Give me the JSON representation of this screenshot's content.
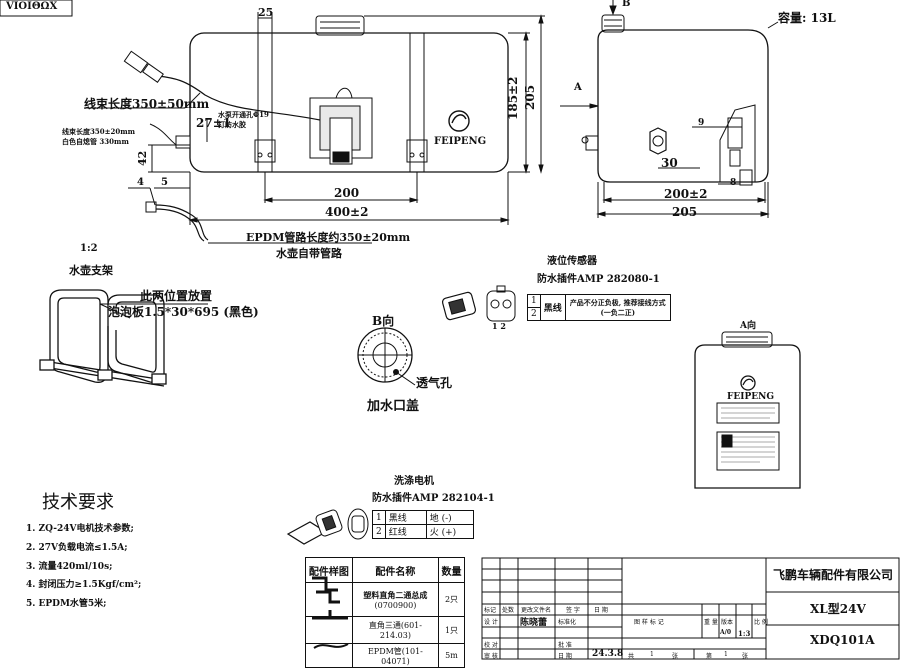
{
  "drawing_no_box": "VIOIΘΩX",
  "front_view": {
    "dims": {
      "cap_offset": "25",
      "height_inner": "185±2",
      "height_outer": "205",
      "mount_spacing": "200",
      "total_length": "400±2",
      "hole_height": "42",
      "pump_offset": "27±1"
    },
    "callouts": {
      "n4": "4",
      "n5": "5"
    },
    "brand": "FEIPENG",
    "notes": {
      "harness_length": "线束长度350±50mm",
      "pump_hole": "水泵开通孔Φ19",
      "pump_hole2": "打防水胶",
      "harness_small": "线束长度350±20mm",
      "white_tube": "白色自熄管 330mm",
      "epdm": "EPDM管路长度约350±20mm",
      "self_tube": "水壶自带管路"
    }
  },
  "side_view": {
    "view_b": "B",
    "view_a": "A",
    "capacity": "容量: 13L",
    "dim_30": "30",
    "dim_200": "200±2",
    "dim_205": "205",
    "callouts": {
      "n9": "9",
      "n8": "8"
    }
  },
  "bracket": {
    "scale": "1:2",
    "title": "水壶支架",
    "note1": "此两位置放置",
    "note2": "泡泡板1.5*30*695 (黑色)"
  },
  "cap_view": {
    "title": "B向",
    "vent": "透气孔",
    "label": "加水口盖"
  },
  "sensor": {
    "title": "液位传感器",
    "connector": "防水插件AMP 282080-1",
    "pin_labels": "1 2",
    "rows": [
      {
        "pin": "1",
        "wire": "黑线"
      },
      {
        "pin": "2",
        "wire": ""
      }
    ],
    "note1": "产品不分正负极, 推荐接线方式",
    "note2": "(一负二正)"
  },
  "a_view": {
    "title": "A向",
    "brand": "FEIPENG"
  },
  "motor": {
    "title": "洗涤电机",
    "connector": "防水插件AMP 282104-1",
    "rows": [
      {
        "pin": "1",
        "wire": "黑线",
        "pol": "地 (-)"
      },
      {
        "pin": "2",
        "wire": "红线",
        "pol": "火 (+)"
      }
    ]
  },
  "tech": {
    "title": "技术要求",
    "items": [
      "1. ZQ-24V电机技术参数;",
      "2. 27V负载电流≤1.5A;",
      "3. 流量420ml/10s;",
      "4. 封闭压力≥1.5Kgf/cm²;",
      "5. EPDM水管5米;"
    ]
  },
  "parts_table": {
    "headers": [
      "配件样图",
      "配件名称",
      "数量"
    ],
    "rows": [
      {
        "name": "塑料直角二通总成",
        "name2": "(0700900)",
        "qty": "2只"
      },
      {
        "name": "直角三通(601-214.03)",
        "name2": "",
        "qty": "1只"
      },
      {
        "name": "EPDM管(101-04071)",
        "name2": "",
        "qty": "5m"
      }
    ]
  },
  "title_block": {
    "company": "飞鹏车辆配件有限公司",
    "model": "XL型24V",
    "drawing_no": "XDQ101A",
    "designer": "陈晓蕾",
    "date": "24.3.8",
    "scale": "1:3",
    "edition": "A/0",
    "labels": {
      "mark": "标记",
      "count": "处数",
      "change_doc": "更改文件名",
      "sign": "签 字",
      "date_l": "日 期",
      "design": "设 计",
      "standard": "标准化",
      "check": "校 对",
      "process": "审 核",
      "approve": "批 准",
      "date2": "日 期",
      "drawing_mark": "图 样 标 记",
      "weight": "重 量",
      "version": "版本",
      "ratio": "比 例",
      "total": "共",
      "sheets": "张",
      "sheet_no": "第",
      "sheet": "张",
      "one": "1",
      "one2": "1"
    }
  }
}
